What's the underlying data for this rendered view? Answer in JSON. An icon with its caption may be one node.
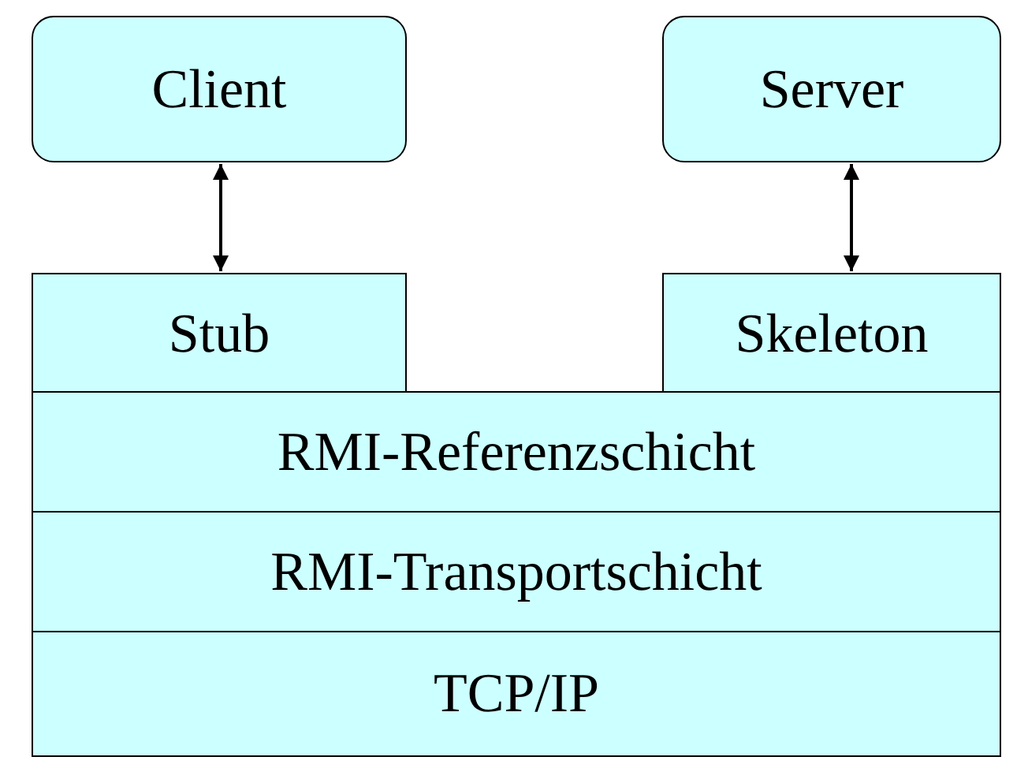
{
  "diagram": {
    "nodes": [
      {
        "text": [
          "Client"
        ]
      },
      {
        "text": [
          "Server"
        ]
      },
      {
        "text": [
          "Stub"
        ]
      },
      {
        "text": [
          "Skeleton"
        ]
      },
      {
        "text": [
          "RMI-Referenzschicht"
        ]
      },
      {
        "text": [
          "RMI-Transportschicht"
        ]
      },
      {
        "text": [
          "TCP/IP"
        ]
      }
    ],
    "edges": [
      {
        "from": 0,
        "to": 2,
        "arrow": "both"
      },
      {
        "from": 1,
        "to": 3,
        "arrow": "both"
      }
    ]
  }
}
